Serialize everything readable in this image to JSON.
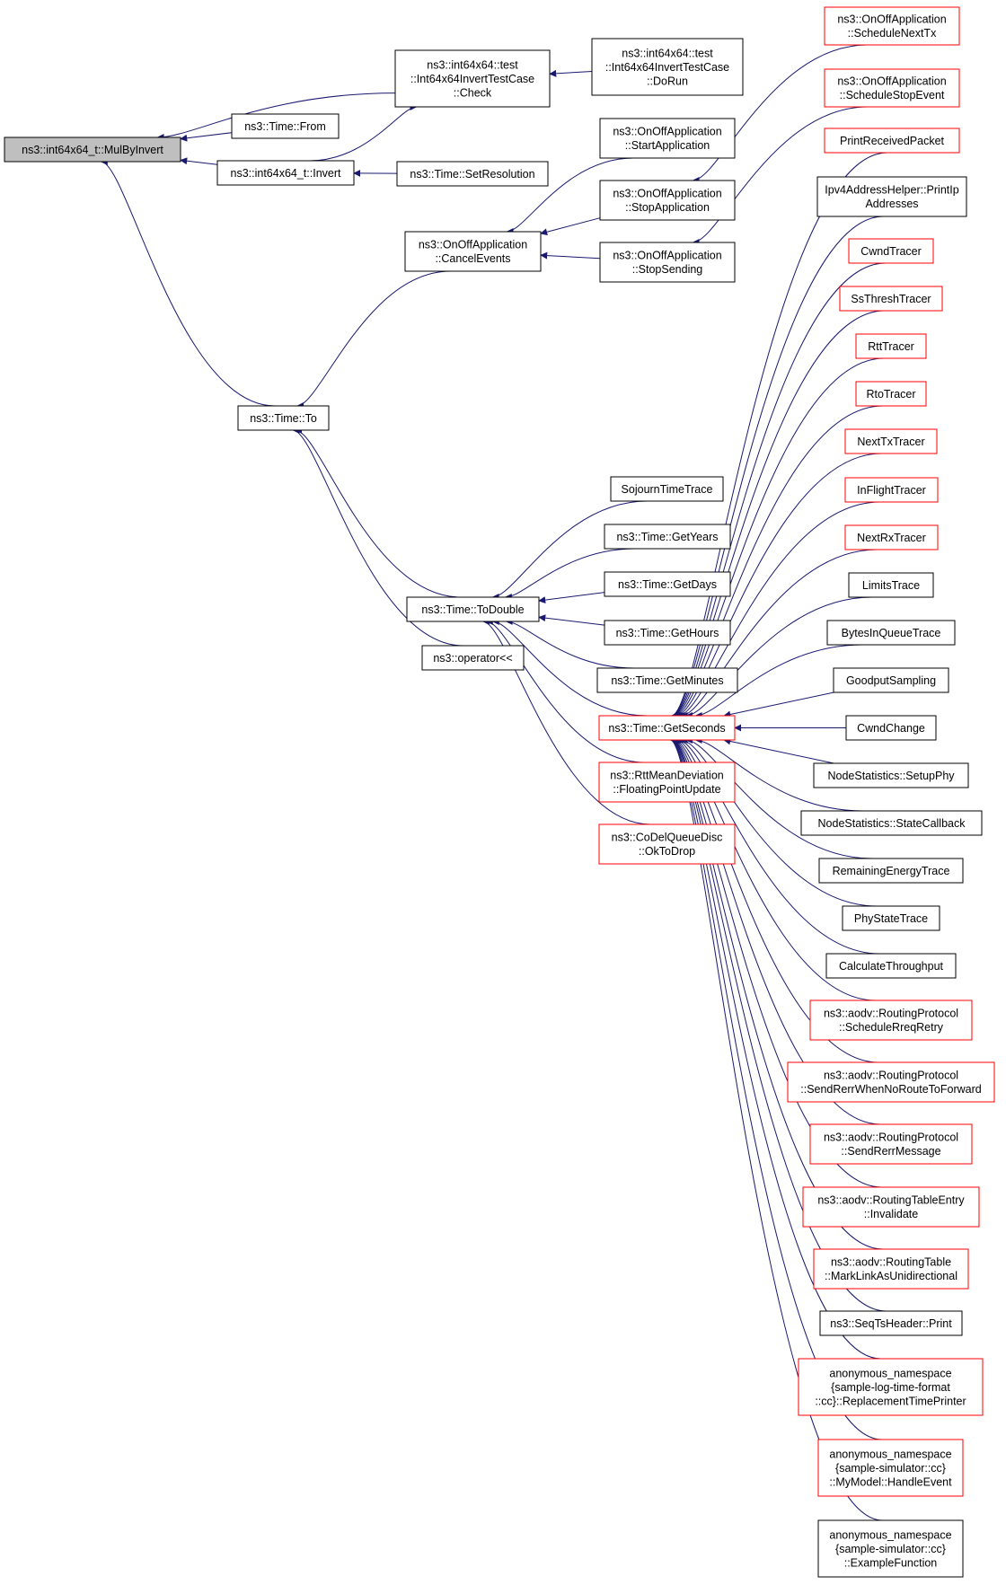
{
  "colors": {
    "edge": "#191970",
    "border_default": "#000000",
    "border_truncated": "#ff0000",
    "fill_default": "#ffffff",
    "fill_root": "#bfbfbf"
  },
  "nodes": [
    {
      "id": "root",
      "lines": [
        "ns3::int64x64_t::MulByInvert"
      ],
      "style": "root"
    },
    {
      "id": "from",
      "lines": [
        "ns3::Time::From"
      ],
      "style": "normal"
    },
    {
      "id": "invert",
      "lines": [
        "ns3::int64x64_t::Invert"
      ],
      "style": "normal"
    },
    {
      "id": "check",
      "lines": [
        "ns3::int64x64::test",
        "::Int64x64InvertTestCase",
        "::Check"
      ],
      "style": "normal"
    },
    {
      "id": "dorun",
      "lines": [
        "ns3::int64x64::test",
        "::Int64x64InvertTestCase",
        "::DoRun"
      ],
      "style": "normal"
    },
    {
      "id": "setres",
      "lines": [
        "ns3::Time::SetResolution"
      ],
      "style": "normal"
    },
    {
      "id": "cancel",
      "lines": [
        "ns3::OnOffApplication",
        "::CancelEvents"
      ],
      "style": "normal"
    },
    {
      "id": "startapp",
      "lines": [
        "ns3::OnOffApplication",
        "::StartApplication"
      ],
      "style": "normal"
    },
    {
      "id": "stopapp",
      "lines": [
        "ns3::OnOffApplication",
        "::StopApplication"
      ],
      "style": "normal"
    },
    {
      "id": "stopsend",
      "lines": [
        "ns3::OnOffApplication",
        "::StopSending"
      ],
      "style": "normal"
    },
    {
      "id": "schednext",
      "lines": [
        "ns3::OnOffApplication",
        "::ScheduleNextTx"
      ],
      "style": "truncated"
    },
    {
      "id": "schedstop",
      "lines": [
        "ns3::OnOffApplication",
        "::ScheduleStopEvent"
      ],
      "style": "truncated"
    },
    {
      "id": "to",
      "lines": [
        "ns3::Time::To"
      ],
      "style": "normal"
    },
    {
      "id": "todouble",
      "lines": [
        "ns3::Time::ToDouble"
      ],
      "style": "normal"
    },
    {
      "id": "oplt",
      "lines": [
        "ns3::operator<<"
      ],
      "style": "normal"
    },
    {
      "id": "sojourn",
      "lines": [
        "SojournTimeTrace"
      ],
      "style": "normal"
    },
    {
      "id": "years",
      "lines": [
        "ns3::Time::GetYears"
      ],
      "style": "normal"
    },
    {
      "id": "days",
      "lines": [
        "ns3::Time::GetDays"
      ],
      "style": "normal"
    },
    {
      "id": "hours",
      "lines": [
        "ns3::Time::GetHours"
      ],
      "style": "normal"
    },
    {
      "id": "minutes",
      "lines": [
        "ns3::Time::GetMinutes"
      ],
      "style": "normal"
    },
    {
      "id": "seconds",
      "lines": [
        "ns3::Time::GetSeconds"
      ],
      "style": "truncated"
    },
    {
      "id": "rttmean",
      "lines": [
        "ns3::RttMeanDeviation",
        "::FloatingPointUpdate"
      ],
      "style": "truncated"
    },
    {
      "id": "codel",
      "lines": [
        "ns3::CoDelQueueDisc",
        "::OkToDrop"
      ],
      "style": "truncated"
    },
    {
      "id": "printrecv",
      "lines": [
        "PrintReceivedPacket"
      ],
      "style": "truncated"
    },
    {
      "id": "ipaddr",
      "lines": [
        "Ipv4AddressHelper::PrintIp",
        "Addresses"
      ],
      "style": "normal"
    },
    {
      "id": "cwndtr",
      "lines": [
        "CwndTracer"
      ],
      "style": "truncated"
    },
    {
      "id": "ssthresh",
      "lines": [
        "SsThreshTracer"
      ],
      "style": "truncated"
    },
    {
      "id": "rtttr",
      "lines": [
        "RttTracer"
      ],
      "style": "truncated"
    },
    {
      "id": "rtotr",
      "lines": [
        "RtoTracer"
      ],
      "style": "truncated"
    },
    {
      "id": "nexttx",
      "lines": [
        "NextTxTracer"
      ],
      "style": "truncated"
    },
    {
      "id": "inflight",
      "lines": [
        "InFlightTracer"
      ],
      "style": "truncated"
    },
    {
      "id": "nextrx",
      "lines": [
        "NextRxTracer"
      ],
      "style": "truncated"
    },
    {
      "id": "limits",
      "lines": [
        "LimitsTrace"
      ],
      "style": "normal"
    },
    {
      "id": "bytesq",
      "lines": [
        "BytesInQueueTrace"
      ],
      "style": "normal"
    },
    {
      "id": "goodput",
      "lines": [
        "GoodputSampling"
      ],
      "style": "normal"
    },
    {
      "id": "cwndch",
      "lines": [
        "CwndChange"
      ],
      "style": "normal"
    },
    {
      "id": "nsphy",
      "lines": [
        "NodeStatistics::SetupPhy"
      ],
      "style": "normal"
    },
    {
      "id": "nsstate",
      "lines": [
        "NodeStatistics::StateCallback"
      ],
      "style": "normal"
    },
    {
      "id": "remen",
      "lines": [
        "RemainingEnergyTrace"
      ],
      "style": "normal"
    },
    {
      "id": "phystate",
      "lines": [
        "PhyStateTrace"
      ],
      "style": "normal"
    },
    {
      "id": "calcthr",
      "lines": [
        "CalculateThroughput"
      ],
      "style": "normal"
    },
    {
      "id": "aodvrreq",
      "lines": [
        "ns3::aodv::RoutingProtocol",
        "::ScheduleRreqRetry"
      ],
      "style": "truncated"
    },
    {
      "id": "aodvsendrerr",
      "lines": [
        "ns3::aodv::RoutingProtocol",
        "::SendRerrWhenNoRouteToForward"
      ],
      "style": "truncated"
    },
    {
      "id": "aodvrerrmsg",
      "lines": [
        "ns3::aodv::RoutingProtocol",
        "::SendRerrMessage"
      ],
      "style": "truncated"
    },
    {
      "id": "aodvinval",
      "lines": [
        "ns3::aodv::RoutingTableEntry",
        "::Invalidate"
      ],
      "style": "truncated"
    },
    {
      "id": "aodvmark",
      "lines": [
        "ns3::aodv::RoutingTable",
        "::MarkLinkAsUnidirectional"
      ],
      "style": "truncated"
    },
    {
      "id": "seqts",
      "lines": [
        "ns3::SeqTsHeader::Print"
      ],
      "style": "normal"
    },
    {
      "id": "anonlog",
      "lines": [
        "anonymous_namespace",
        "{sample-log-time-format",
        "::cc}::ReplacementTimePrinter"
      ],
      "style": "truncated"
    },
    {
      "id": "anonmodel",
      "lines": [
        "anonymous_namespace",
        "{sample-simulator::cc}",
        "::MyModel::HandleEvent"
      ],
      "style": "truncated"
    },
    {
      "id": "anonex",
      "lines": [
        "anonymous_namespace",
        "{sample-simulator::cc}",
        "::ExampleFunction"
      ],
      "style": "normal"
    }
  ],
  "edges": [
    [
      "check",
      "root"
    ],
    [
      "from",
      "root"
    ],
    [
      "invert",
      "root"
    ],
    [
      "to",
      "root"
    ],
    [
      "dorun",
      "check"
    ],
    [
      "invert",
      "check"
    ],
    [
      "setres",
      "invert"
    ],
    [
      "startapp",
      "cancel"
    ],
    [
      "stopapp",
      "cancel"
    ],
    [
      "stopsend",
      "cancel"
    ],
    [
      "schednext",
      "stopapp"
    ],
    [
      "schedstop",
      "stopsend"
    ],
    [
      "cancel",
      "to"
    ],
    [
      "todouble",
      "to"
    ],
    [
      "oplt",
      "to"
    ],
    [
      "sojourn",
      "todouble"
    ],
    [
      "years",
      "todouble"
    ],
    [
      "days",
      "todouble"
    ],
    [
      "hours",
      "todouble"
    ],
    [
      "minutes",
      "todouble"
    ],
    [
      "seconds",
      "todouble"
    ],
    [
      "rttmean",
      "todouble"
    ],
    [
      "codel",
      "todouble"
    ],
    [
      "printrecv",
      "seconds"
    ],
    [
      "ipaddr",
      "seconds"
    ],
    [
      "cwndtr",
      "seconds"
    ],
    [
      "ssthresh",
      "seconds"
    ],
    [
      "rtttr",
      "seconds"
    ],
    [
      "rtotr",
      "seconds"
    ],
    [
      "nexttx",
      "seconds"
    ],
    [
      "inflight",
      "seconds"
    ],
    [
      "nextrx",
      "seconds"
    ],
    [
      "limits",
      "seconds"
    ],
    [
      "bytesq",
      "seconds"
    ],
    [
      "goodput",
      "seconds"
    ],
    [
      "cwndch",
      "seconds"
    ],
    [
      "nsphy",
      "seconds"
    ],
    [
      "nsstate",
      "seconds"
    ],
    [
      "remen",
      "seconds"
    ],
    [
      "phystate",
      "seconds"
    ],
    [
      "calcthr",
      "seconds"
    ],
    [
      "aodvrreq",
      "seconds"
    ],
    [
      "aodvsendrerr",
      "seconds"
    ],
    [
      "aodvrerrmsg",
      "seconds"
    ],
    [
      "aodvinval",
      "seconds"
    ],
    [
      "aodvmark",
      "seconds"
    ],
    [
      "seqts",
      "seconds"
    ],
    [
      "anonlog",
      "seconds"
    ],
    [
      "anonmodel",
      "seconds"
    ],
    [
      "anonex",
      "seconds"
    ]
  ]
}
